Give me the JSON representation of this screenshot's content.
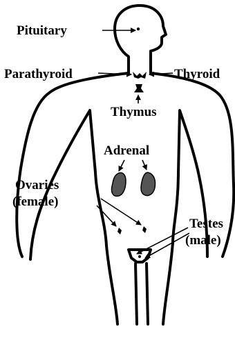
{
  "labels": {
    "pituitary": "Pituitary",
    "parathyroid": "Parathyroid",
    "thyroid": "Thyroid",
    "thymus": "Thymus",
    "adrenal": "Adrenal",
    "ovaries_line1": "Ovaries",
    "ovaries_line2": "(female)",
    "testes_line1": "Testes",
    "testes_line2": "(male)"
  },
  "colors": {
    "outline": "#000000",
    "adrenal_fill": "#555555",
    "background": "#ffffff"
  }
}
